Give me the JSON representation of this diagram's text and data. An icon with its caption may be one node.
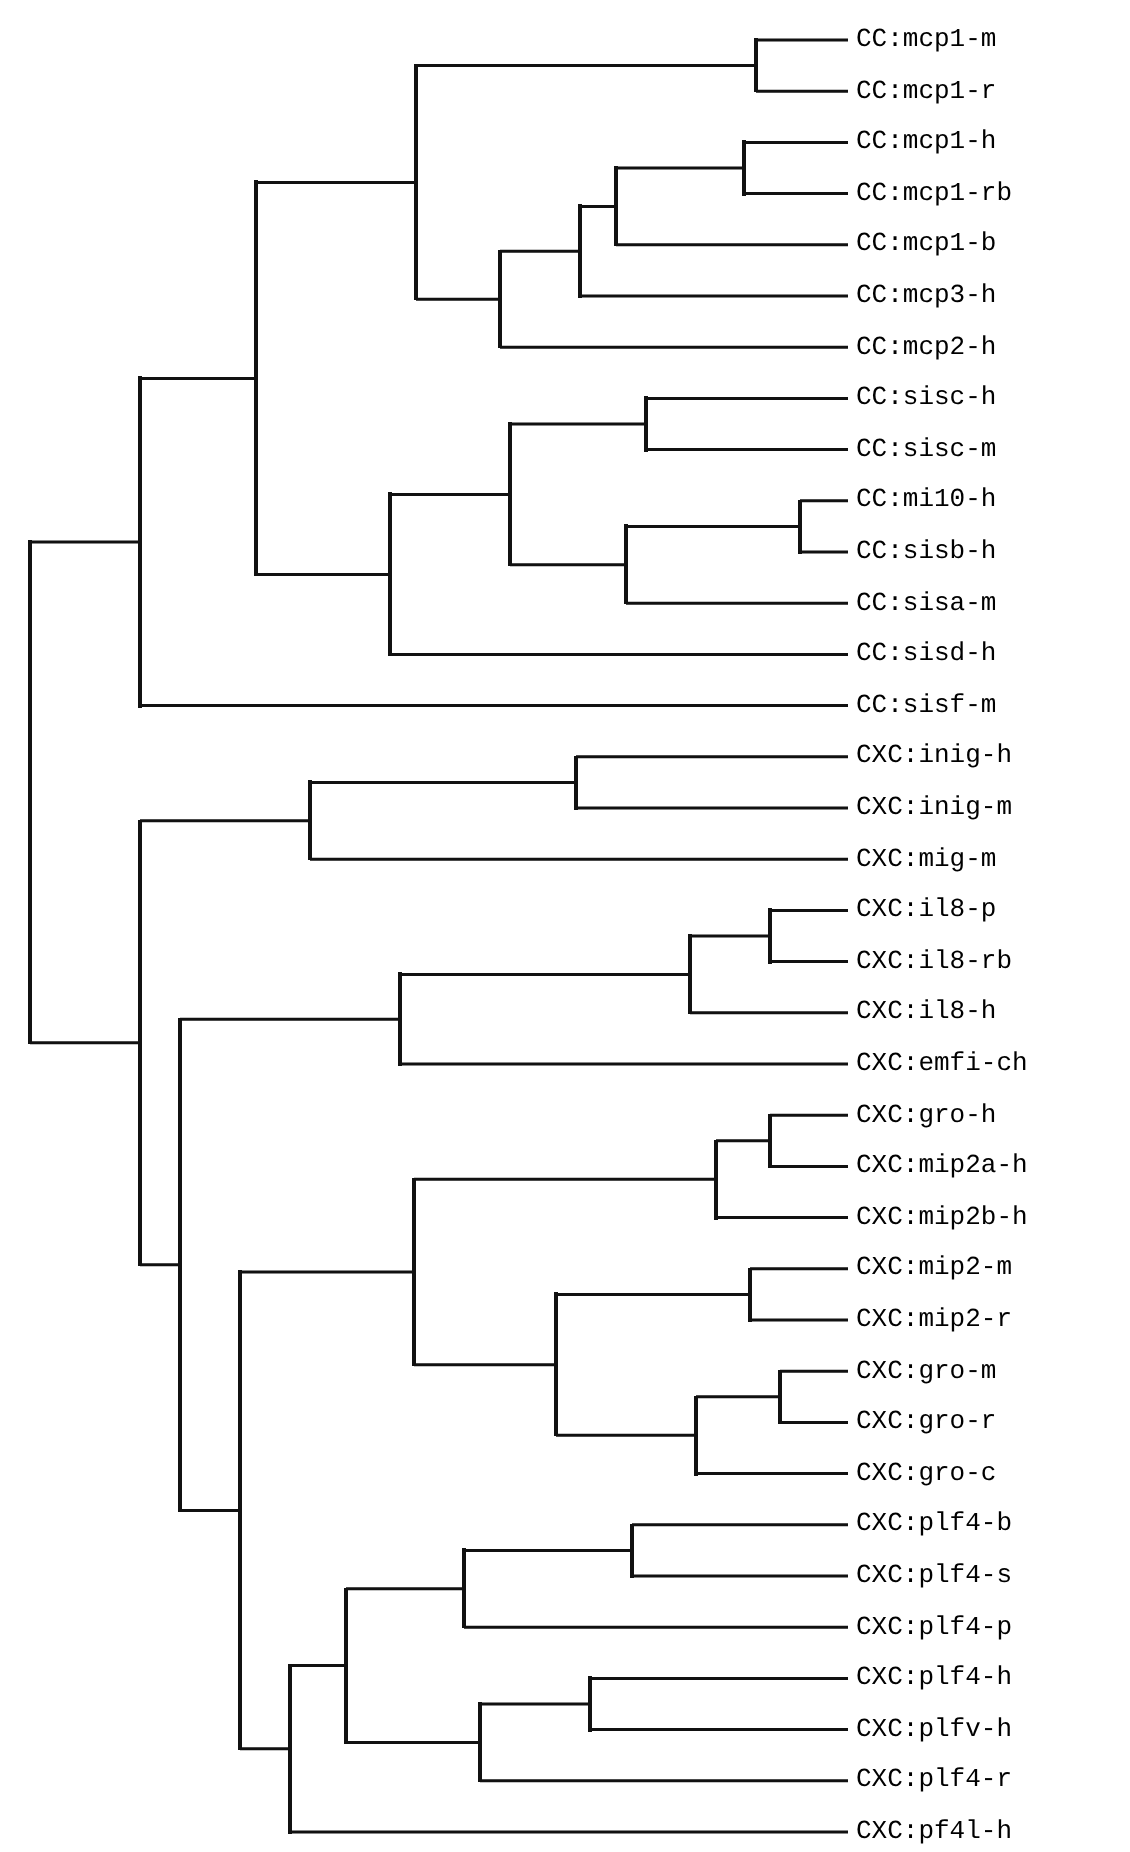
{
  "diagram": {
    "nodes": [
      {
        "text": [
          "CC:mcp1-m"
        ]
      },
      {
        "text": [
          "CC:mcp1-r"
        ]
      },
      {
        "text": [
          "CC:mcp1-h"
        ]
      },
      {
        "text": [
          "CC:mcp1-rb"
        ]
      },
      {
        "text": [
          "CC:mcp1-b"
        ]
      },
      {
        "text": [
          "CC:mcp3-h"
        ]
      },
      {
        "text": [
          "CC:mcp2-h"
        ]
      },
      {
        "text": [
          "CC:sisc-h"
        ]
      },
      {
        "text": [
          "CC:sisc-m"
        ]
      },
      {
        "text": [
          "CC:mi10-h"
        ]
      },
      {
        "text": [
          "CC:sisb-h"
        ]
      },
      {
        "text": [
          "CC:sisa-m"
        ]
      },
      {
        "text": [
          "CC:sisd-h"
        ]
      },
      {
        "text": [
          "CC:sisf-m"
        ]
      },
      {
        "text": [
          "CXC:inig-h"
        ]
      },
      {
        "text": [
          "CXC:inig-m"
        ]
      },
      {
        "text": [
          "CXC:mig-m"
        ]
      },
      {
        "text": [
          "CXC:il8-p"
        ]
      },
      {
        "text": [
          "CXC:il8-rb"
        ]
      },
      {
        "text": [
          "CXC:il8-h"
        ]
      },
      {
        "text": [
          "CXC:emfi-ch"
        ]
      },
      {
        "text": [
          "CXC:gro-h"
        ]
      },
      {
        "text": [
          "CXC:mip2a-h"
        ]
      },
      {
        "text": [
          "CXC:mip2b-h"
        ]
      },
      {
        "text": [
          "CXC:mip2-m"
        ]
      },
      {
        "text": [
          "CXC:mip2-r"
        ]
      },
      {
        "text": [
          "CXC:gro-m"
        ]
      },
      {
        "text": [
          "CXC:gro-r"
        ]
      },
      {
        "text": [
          "CXC:gro-c"
        ]
      },
      {
        "text": [
          "CXC:plf4-b"
        ]
      },
      {
        "text": [
          "CXC:plf4-s"
        ]
      },
      {
        "text": [
          "CXC:plf4-p"
        ]
      },
      {
        "text": [
          "CXC:plf4-h"
        ]
      },
      {
        "text": [
          "CXC:plfv-h"
        ]
      },
      {
        "text": [
          "CXC:plf4-r"
        ]
      },
      {
        "text": [
          "CXC:pf4l-h"
        ]
      },
      {
        "text": [],
        "shape": "bar"
      },
      {
        "text": [],
        "shape": "bar"
      },
      {
        "text": [],
        "shape": "bar"
      },
      {
        "text": [],
        "shape": "bar"
      },
      {
        "text": [],
        "shape": "bar"
      },
      {
        "text": [],
        "shape": "bar"
      },
      {
        "text": [],
        "shape": "bar"
      },
      {
        "text": [],
        "shape": "bar"
      },
      {
        "text": [],
        "shape": "bar"
      },
      {
        "text": [],
        "shape": "bar"
      },
      {
        "text": [],
        "shape": "bar"
      },
      {
        "text": [],
        "shape": "bar"
      },
      {
        "text": [],
        "shape": "bar"
      },
      {
        "text": [],
        "shape": "bar"
      },
      {
        "text": [],
        "shape": "bar"
      },
      {
        "text": [],
        "shape": "bar"
      },
      {
        "text": [],
        "shape": "bar"
      },
      {
        "text": [],
        "shape": "bar"
      },
      {
        "text": [],
        "shape": "bar"
      },
      {
        "text": [],
        "shape": "bar"
      },
      {
        "text": [],
        "shape": "bar"
      },
      {
        "text": [],
        "shape": "bar"
      },
      {
        "text": [],
        "shape": "bar"
      },
      {
        "text": [],
        "shape": "bar"
      },
      {
        "text": [],
        "shape": "bar"
      },
      {
        "text": [],
        "shape": "bar"
      },
      {
        "text": [],
        "shape": "bar"
      },
      {
        "text": [],
        "shape": "bar"
      },
      {
        "text": [],
        "shape": "bar"
      },
      {
        "text": [],
        "shape": "bar"
      },
      {
        "text": [],
        "shape": "bar"
      },
      {
        "text": [],
        "shape": "bar"
      },
      {
        "text": [],
        "shape": "bar"
      },
      {
        "text": [],
        "shape": "bar"
      },
      {
        "text": [],
        "shape": "bar"
      }
    ],
    "edges": [
      {
        "from": 36,
        "to": 37,
        "arrow": "none"
      },
      {
        "from": 36,
        "to": 50,
        "arrow": "none"
      },
      {
        "from": 37,
        "to": 38,
        "arrow": "none"
      },
      {
        "from": 37,
        "to": 13,
        "arrow": "none"
      },
      {
        "from": 38,
        "to": 39,
        "arrow": "none"
      },
      {
        "from": 38,
        "to": 45,
        "arrow": "none"
      },
      {
        "from": 39,
        "to": 40,
        "arrow": "none"
      },
      {
        "from": 39,
        "to": 41,
        "arrow": "none"
      },
      {
        "from": 40,
        "to": 0,
        "arrow": "none"
      },
      {
        "from": 40,
        "to": 1,
        "arrow": "none"
      },
      {
        "from": 41,
        "to": 42,
        "arrow": "none"
      },
      {
        "from": 41,
        "to": 6,
        "arrow": "none"
      },
      {
        "from": 42,
        "to": 43,
        "arrow": "none"
      },
      {
        "from": 42,
        "to": 5,
        "arrow": "none"
      },
      {
        "from": 43,
        "to": 44,
        "arrow": "none"
      },
      {
        "from": 43,
        "to": 4,
        "arrow": "none"
      },
      {
        "from": 44,
        "to": 2,
        "arrow": "none"
      },
      {
        "from": 44,
        "to": 3,
        "arrow": "none"
      },
      {
        "from": 45,
        "to": 46,
        "arrow": "none"
      },
      {
        "from": 45,
        "to": 12,
        "arrow": "none"
      },
      {
        "from": 46,
        "to": 47,
        "arrow": "none"
      },
      {
        "from": 46,
        "to": 48,
        "arrow": "none"
      },
      {
        "from": 47,
        "to": 7,
        "arrow": "none"
      },
      {
        "from": 47,
        "to": 8,
        "arrow": "none"
      },
      {
        "from": 48,
        "to": 49,
        "arrow": "none"
      },
      {
        "from": 48,
        "to": 11,
        "arrow": "none"
      },
      {
        "from": 49,
        "to": 9,
        "arrow": "none"
      },
      {
        "from": 49,
        "to": 10,
        "arrow": "none"
      },
      {
        "from": 50,
        "to": 51,
        "arrow": "none"
      },
      {
        "from": 50,
        "to": 53,
        "arrow": "none"
      },
      {
        "from": 51,
        "to": 52,
        "arrow": "none"
      },
      {
        "from": 51,
        "to": 16,
        "arrow": "none"
      },
      {
        "from": 52,
        "to": 14,
        "arrow": "none"
      },
      {
        "from": 52,
        "to": 15,
        "arrow": "none"
      },
      {
        "from": 53,
        "to": 54,
        "arrow": "none"
      },
      {
        "from": 53,
        "to": 57,
        "arrow": "none"
      },
      {
        "from": 54,
        "to": 55,
        "arrow": "none"
      },
      {
        "from": 54,
        "to": 20,
        "arrow": "none"
      },
      {
        "from": 55,
        "to": 56,
        "arrow": "none"
      },
      {
        "from": 55,
        "to": 19,
        "arrow": "none"
      },
      {
        "from": 56,
        "to": 17,
        "arrow": "none"
      },
      {
        "from": 56,
        "to": 18,
        "arrow": "none"
      },
      {
        "from": 57,
        "to": 58,
        "arrow": "none"
      },
      {
        "from": 57,
        "to": 65,
        "arrow": "none"
      },
      {
        "from": 58,
        "to": 59,
        "arrow": "none"
      },
      {
        "from": 58,
        "to": 61,
        "arrow": "none"
      },
      {
        "from": 59,
        "to": 60,
        "arrow": "none"
      },
      {
        "from": 59,
        "to": 23,
        "arrow": "none"
      },
      {
        "from": 60,
        "to": 21,
        "arrow": "none"
      },
      {
        "from": 60,
        "to": 22,
        "arrow": "none"
      },
      {
        "from": 61,
        "to": 62,
        "arrow": "none"
      },
      {
        "from": 61,
        "to": 63,
        "arrow": "none"
      },
      {
        "from": 62,
        "to": 24,
        "arrow": "none"
      },
      {
        "from": 62,
        "to": 25,
        "arrow": "none"
      },
      {
        "from": 63,
        "to": 64,
        "arrow": "none"
      },
      {
        "from": 63,
        "to": 28,
        "arrow": "none"
      },
      {
        "from": 64,
        "to": 26,
        "arrow": "none"
      },
      {
        "from": 64,
        "to": 27,
        "arrow": "none"
      },
      {
        "from": 65,
        "to": 66,
        "arrow": "none"
      },
      {
        "from": 65,
        "to": 35,
        "arrow": "none"
      },
      {
        "from": 66,
        "to": 67,
        "arrow": "none"
      },
      {
        "from": 66,
        "to": 69,
        "arrow": "none"
      },
      {
        "from": 67,
        "to": 68,
        "arrow": "none"
      },
      {
        "from": 67,
        "to": 31,
        "arrow": "none"
      },
      {
        "from": 68,
        "to": 29,
        "arrow": "none"
      },
      {
        "from": 68,
        "to": 30,
        "arrow": "none"
      },
      {
        "from": 69,
        "to": 70,
        "arrow": "none"
      },
      {
        "from": 69,
        "to": 34,
        "arrow": "none"
      },
      {
        "from": 70,
        "to": 32,
        "arrow": "none"
      },
      {
        "from": 70,
        "to": 33,
        "arrow": "none"
      }
    ]
  }
}
